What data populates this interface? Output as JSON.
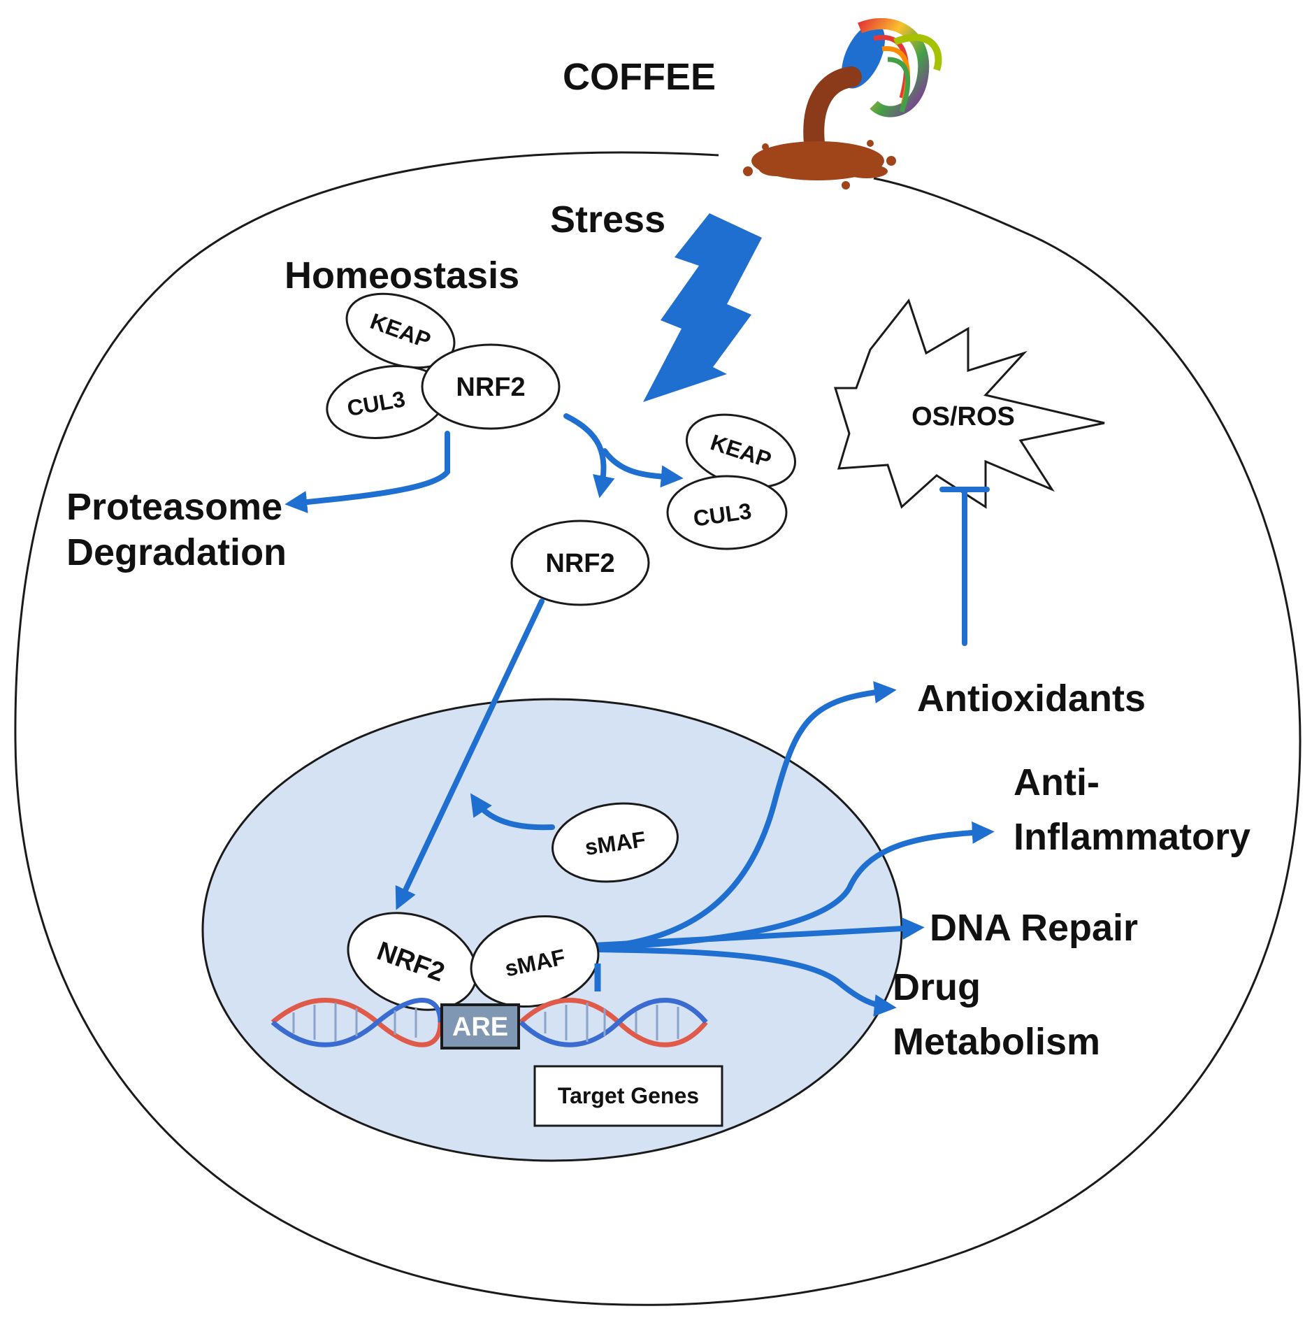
{
  "labels": {
    "coffee": "COFFEE",
    "stress": "Stress",
    "homeostasis": "Homeostasis",
    "proteasome_line1": "Proteasome",
    "proteasome_line2": "Degradation",
    "os_ros": "OS/ROS",
    "antioxidants": "Antioxidants",
    "anti_line1": "Anti-",
    "anti_line2": "Inflammatory",
    "dna_repair": "DNA Repair",
    "drug_line1": "Drug",
    "drug_line2": "Metabolism",
    "are": "ARE",
    "target_genes": "Target Genes"
  },
  "proteins": {
    "keap": "KEAP",
    "cul3": "CUL3",
    "nrf2": "NRF2",
    "smaf": "sMAF"
  },
  "colors": {
    "arrow": "#1f6fd1",
    "nucleus_fill": "#d5e2f4",
    "lightning": "#1f6fd1",
    "coffee": "#8b3a1a",
    "are_box": "#7f97b2"
  },
  "icons": {
    "coffee": "coffee-cup-icon",
    "stress": "lightning-bolt-icon",
    "dna": "dna-helix-icon"
  }
}
